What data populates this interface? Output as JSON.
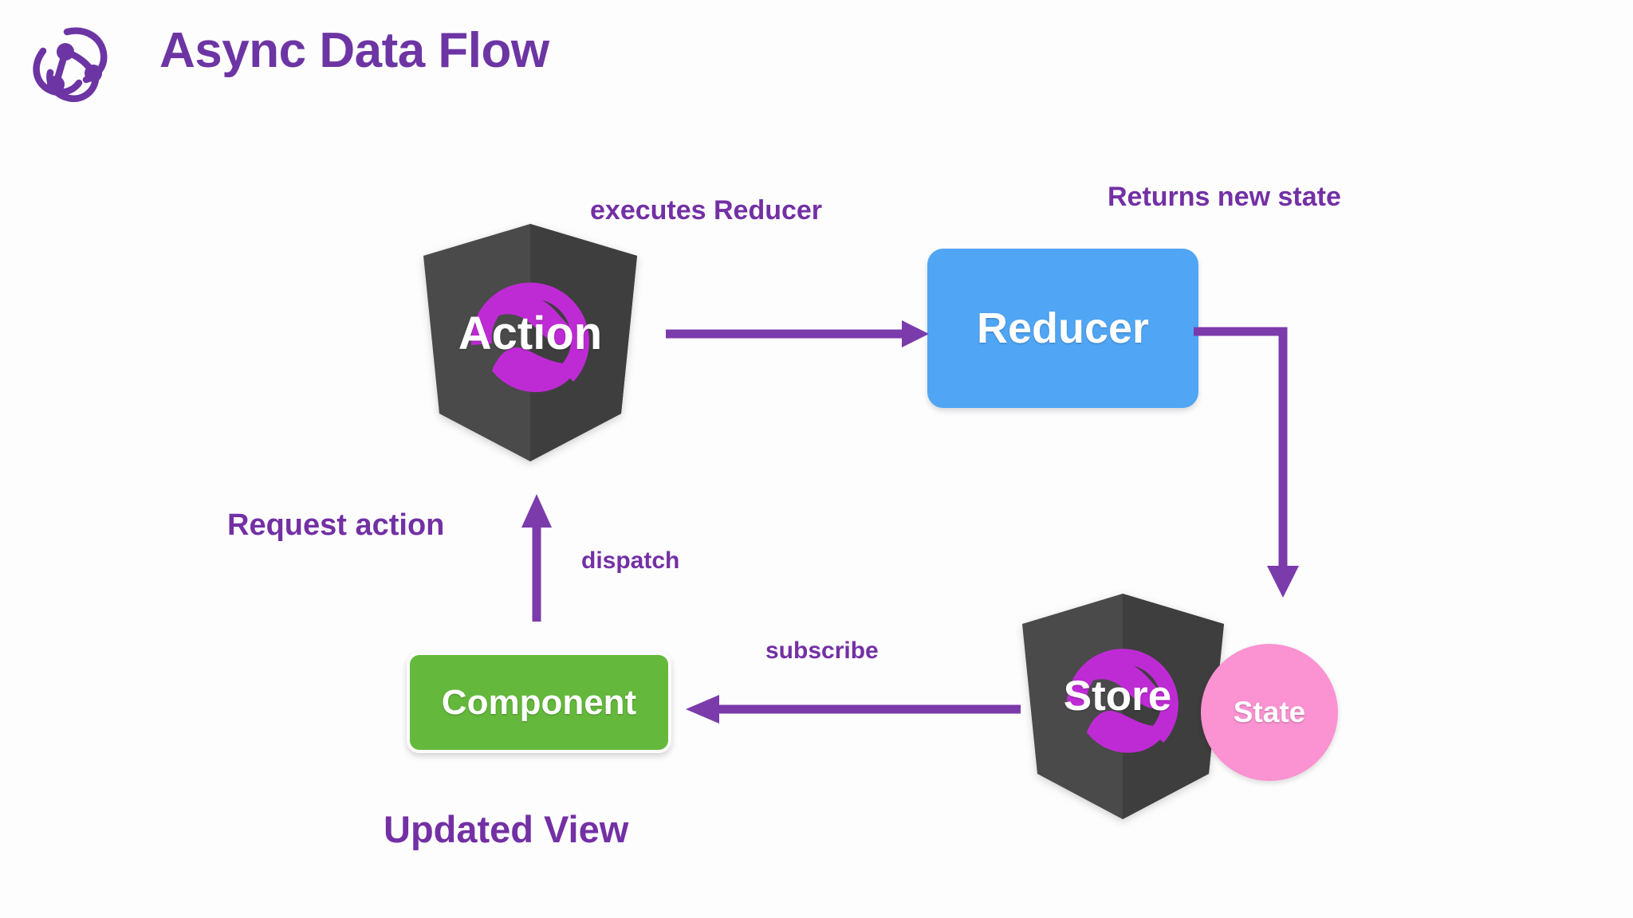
{
  "page": {
    "title": "Async Data Flow",
    "background_color": "#fdfdfe",
    "logo_name": "redux-logo"
  },
  "theme": {
    "accent_purple": "#7330a4",
    "title_purple": "#6c35a3",
    "arrow_purple": "#7b3bab",
    "shield_gray": "#4a4a4a",
    "shield_gray_dark": "#3c3c3c",
    "rxjs_magenta": "#be2bd4",
    "reducer_blue": "#50a6f5",
    "component_green": "#64b93c",
    "state_pink": "#fb92d1",
    "node_text": "#ffffff"
  },
  "diagram": {
    "nodes": [
      {
        "id": "action",
        "label": "Action",
        "shape": "shield",
        "color": "#4a4a4a",
        "text_color": "#ffffff"
      },
      {
        "id": "reducer",
        "label": "Reducer",
        "shape": "rounded-rect",
        "color": "#50a6f5",
        "text_color": "#ffffff"
      },
      {
        "id": "store",
        "label": "Store",
        "shape": "shield",
        "color": "#4a4a4a",
        "text_color": "#ffffff"
      },
      {
        "id": "state",
        "label": "State",
        "shape": "circle",
        "color": "#fb92d1",
        "text_color": "#ffffff"
      },
      {
        "id": "component",
        "label": "Component",
        "shape": "rounded-rect",
        "color": "#64b93c",
        "text_color": "#ffffff"
      }
    ],
    "edges": [
      {
        "id": "action-to-reducer",
        "label": "executes Reducer",
        "from": "action",
        "to": "reducer",
        "direction": "right"
      },
      {
        "id": "reducer-to-store",
        "label": "Returns new state",
        "from": "reducer",
        "to": "store",
        "direction": "down"
      },
      {
        "id": "store-to-component",
        "label": "subscribe",
        "from": "store",
        "to": "component",
        "direction": "left"
      },
      {
        "id": "component-to-action",
        "label": "dispatch",
        "from": "component",
        "to": "action",
        "direction": "up"
      }
    ],
    "annotations": [
      {
        "id": "request-action",
        "label": "Request action"
      },
      {
        "id": "updated-view",
        "label": "Updated View"
      }
    ]
  },
  "labels": {
    "executes_reducer": "executes Reducer",
    "returns_new_state": "Returns new state",
    "request_action": "Request action",
    "dispatch": "dispatch",
    "subscribe": "subscribe",
    "updated_view": "Updated View"
  }
}
